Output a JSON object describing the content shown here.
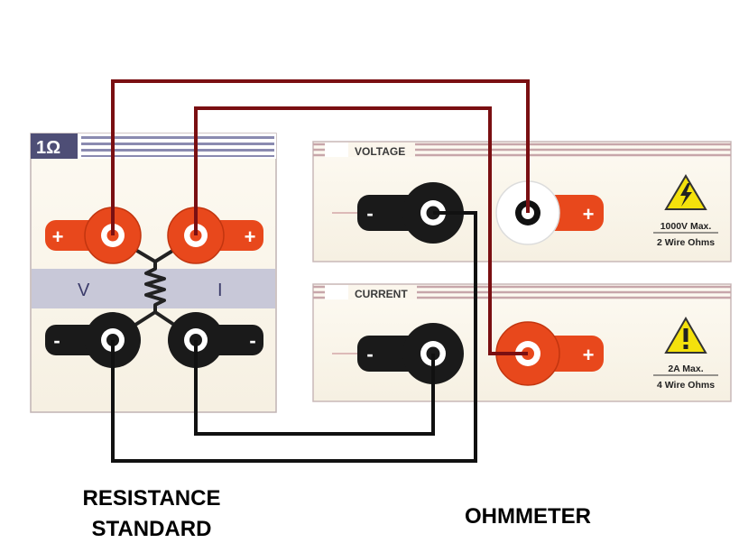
{
  "resistance_standard": {
    "value_label": "1Ω",
    "v_label": "V",
    "i_label": "I",
    "caption_line1": "RESISTANCE",
    "caption_line2": "STANDARD"
  },
  "ohmmeter": {
    "voltage_header": "VOLTAGE",
    "current_header": "CURRENT",
    "voltage_rating_line1": "1000V Max.",
    "voltage_rating_line2": "2 Wire Ohms",
    "current_rating_line1": "2A Max.",
    "current_rating_line2": "4 Wire Ohms",
    "caption": "OHMMETER"
  },
  "terminal_signs": {
    "plus": "+",
    "minus": "-"
  },
  "colors": {
    "red_wire": "#7a0f12",
    "black_wire": "#111111",
    "red_terminal": "#e8481c",
    "black_terminal": "#1a1a1a",
    "panel_fill": "#fbf6ec",
    "panel_border": "#c9b8b8",
    "header_bar": "#4e4e76",
    "band_fill": "#c8c8d8",
    "warning_yellow": "#f4e10c"
  },
  "icons": [
    "warning-icon",
    "resistor-symbol-icon"
  ]
}
